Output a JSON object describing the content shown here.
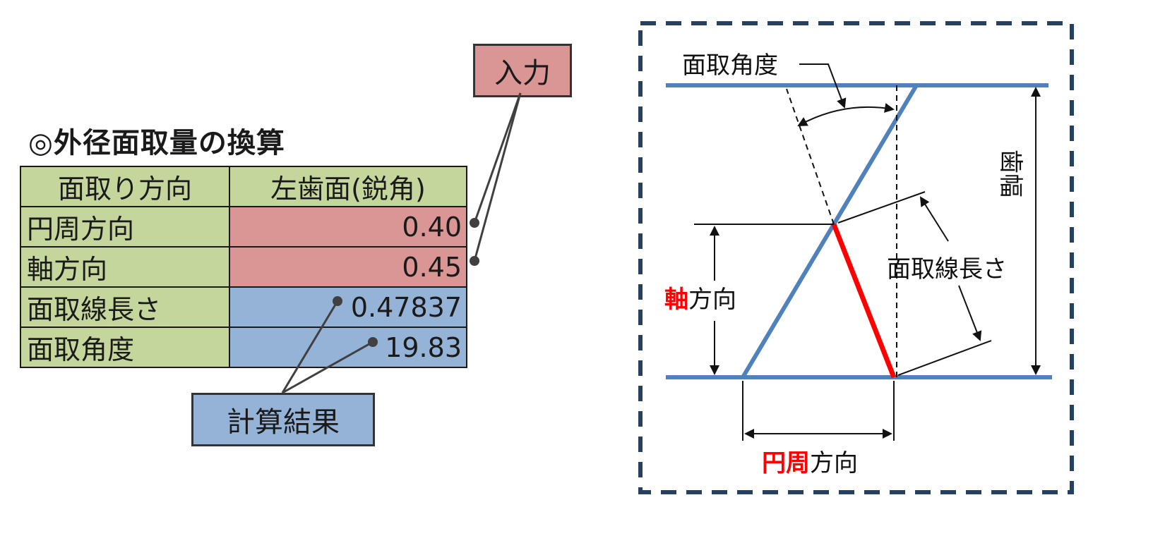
{
  "title": "◎外径面取量の換算",
  "table": {
    "header": {
      "label": "面取り方向",
      "value": "左歯面(鋭角)"
    },
    "rows": [
      {
        "label": "円周方向",
        "value": "0.40",
        "kind": "input"
      },
      {
        "label": "軸方向",
        "value": "0.45",
        "kind": "input"
      },
      {
        "label": "面取線長さ",
        "value": "0.47837",
        "kind": "result"
      },
      {
        "label": "面取角度",
        "value": "19.83",
        "kind": "result"
      }
    ]
  },
  "callouts": {
    "input": "入力",
    "result": "計算結果"
  },
  "diagram": {
    "chamfer_angle_label": "面取角度",
    "face_width_label": "歯幅",
    "chamfer_length_label": "面取線長さ",
    "axial_label": {
      "highlight": "軸",
      "rest": "方向"
    },
    "circumferential_label": {
      "highlight": "円周",
      "rest": "方向"
    },
    "colors": {
      "blue_line": "#4f81bd",
      "red_line": "#ff0000",
      "frame": "#254061",
      "highlight_text": "#ff0000"
    }
  }
}
